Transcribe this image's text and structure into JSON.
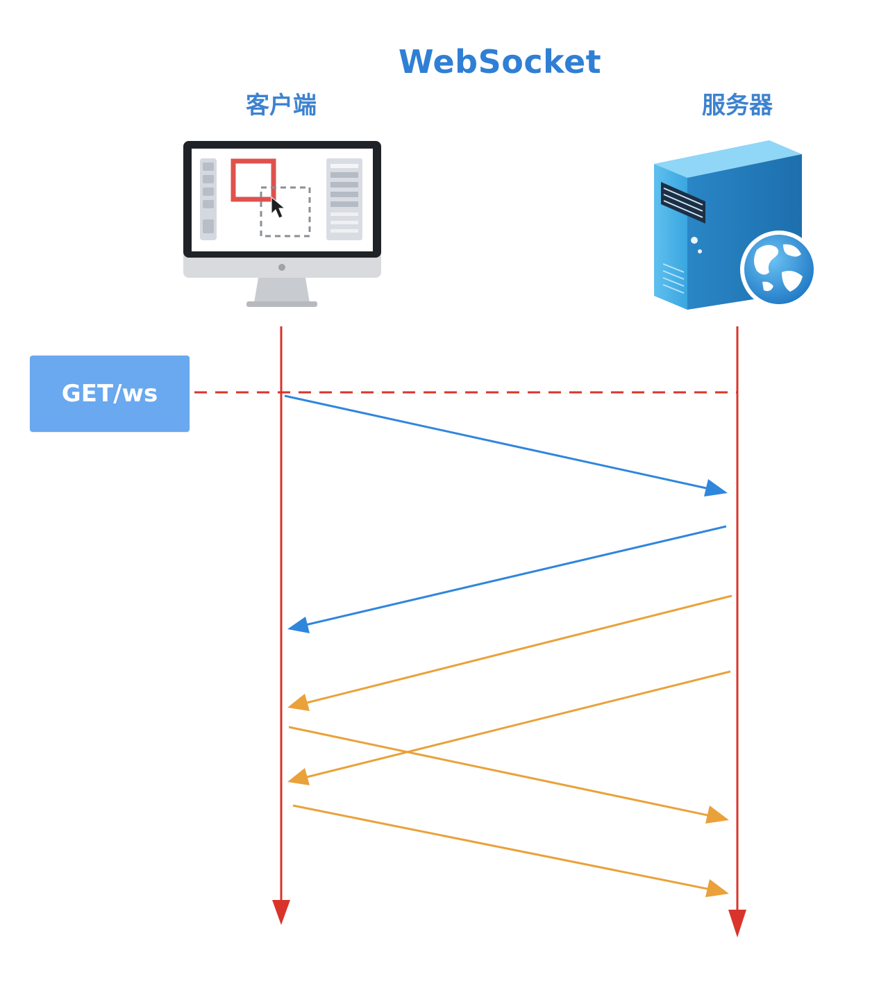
{
  "diagram": {
    "title": "WebSocket",
    "client_label": "客户端",
    "server_label": "服务器",
    "request_label": "GET/ws"
  },
  "colors": {
    "title": "#2f7fd4",
    "lifeline": "#d9342b",
    "handshake": "#2f86dd",
    "message": "#eaa13a",
    "badge": "#6aa8ef"
  },
  "icons": {
    "client": "desktop-monitor-icon",
    "server": "server-globe-icon"
  },
  "messages": [
    {
      "kind": "handshake",
      "direction": "client-to-server"
    },
    {
      "kind": "handshake",
      "direction": "server-to-client"
    },
    {
      "kind": "data",
      "direction": "server-to-client"
    },
    {
      "kind": "data",
      "direction": "server-to-client"
    },
    {
      "kind": "data",
      "direction": "client-to-server"
    },
    {
      "kind": "data",
      "direction": "client-to-server"
    }
  ]
}
